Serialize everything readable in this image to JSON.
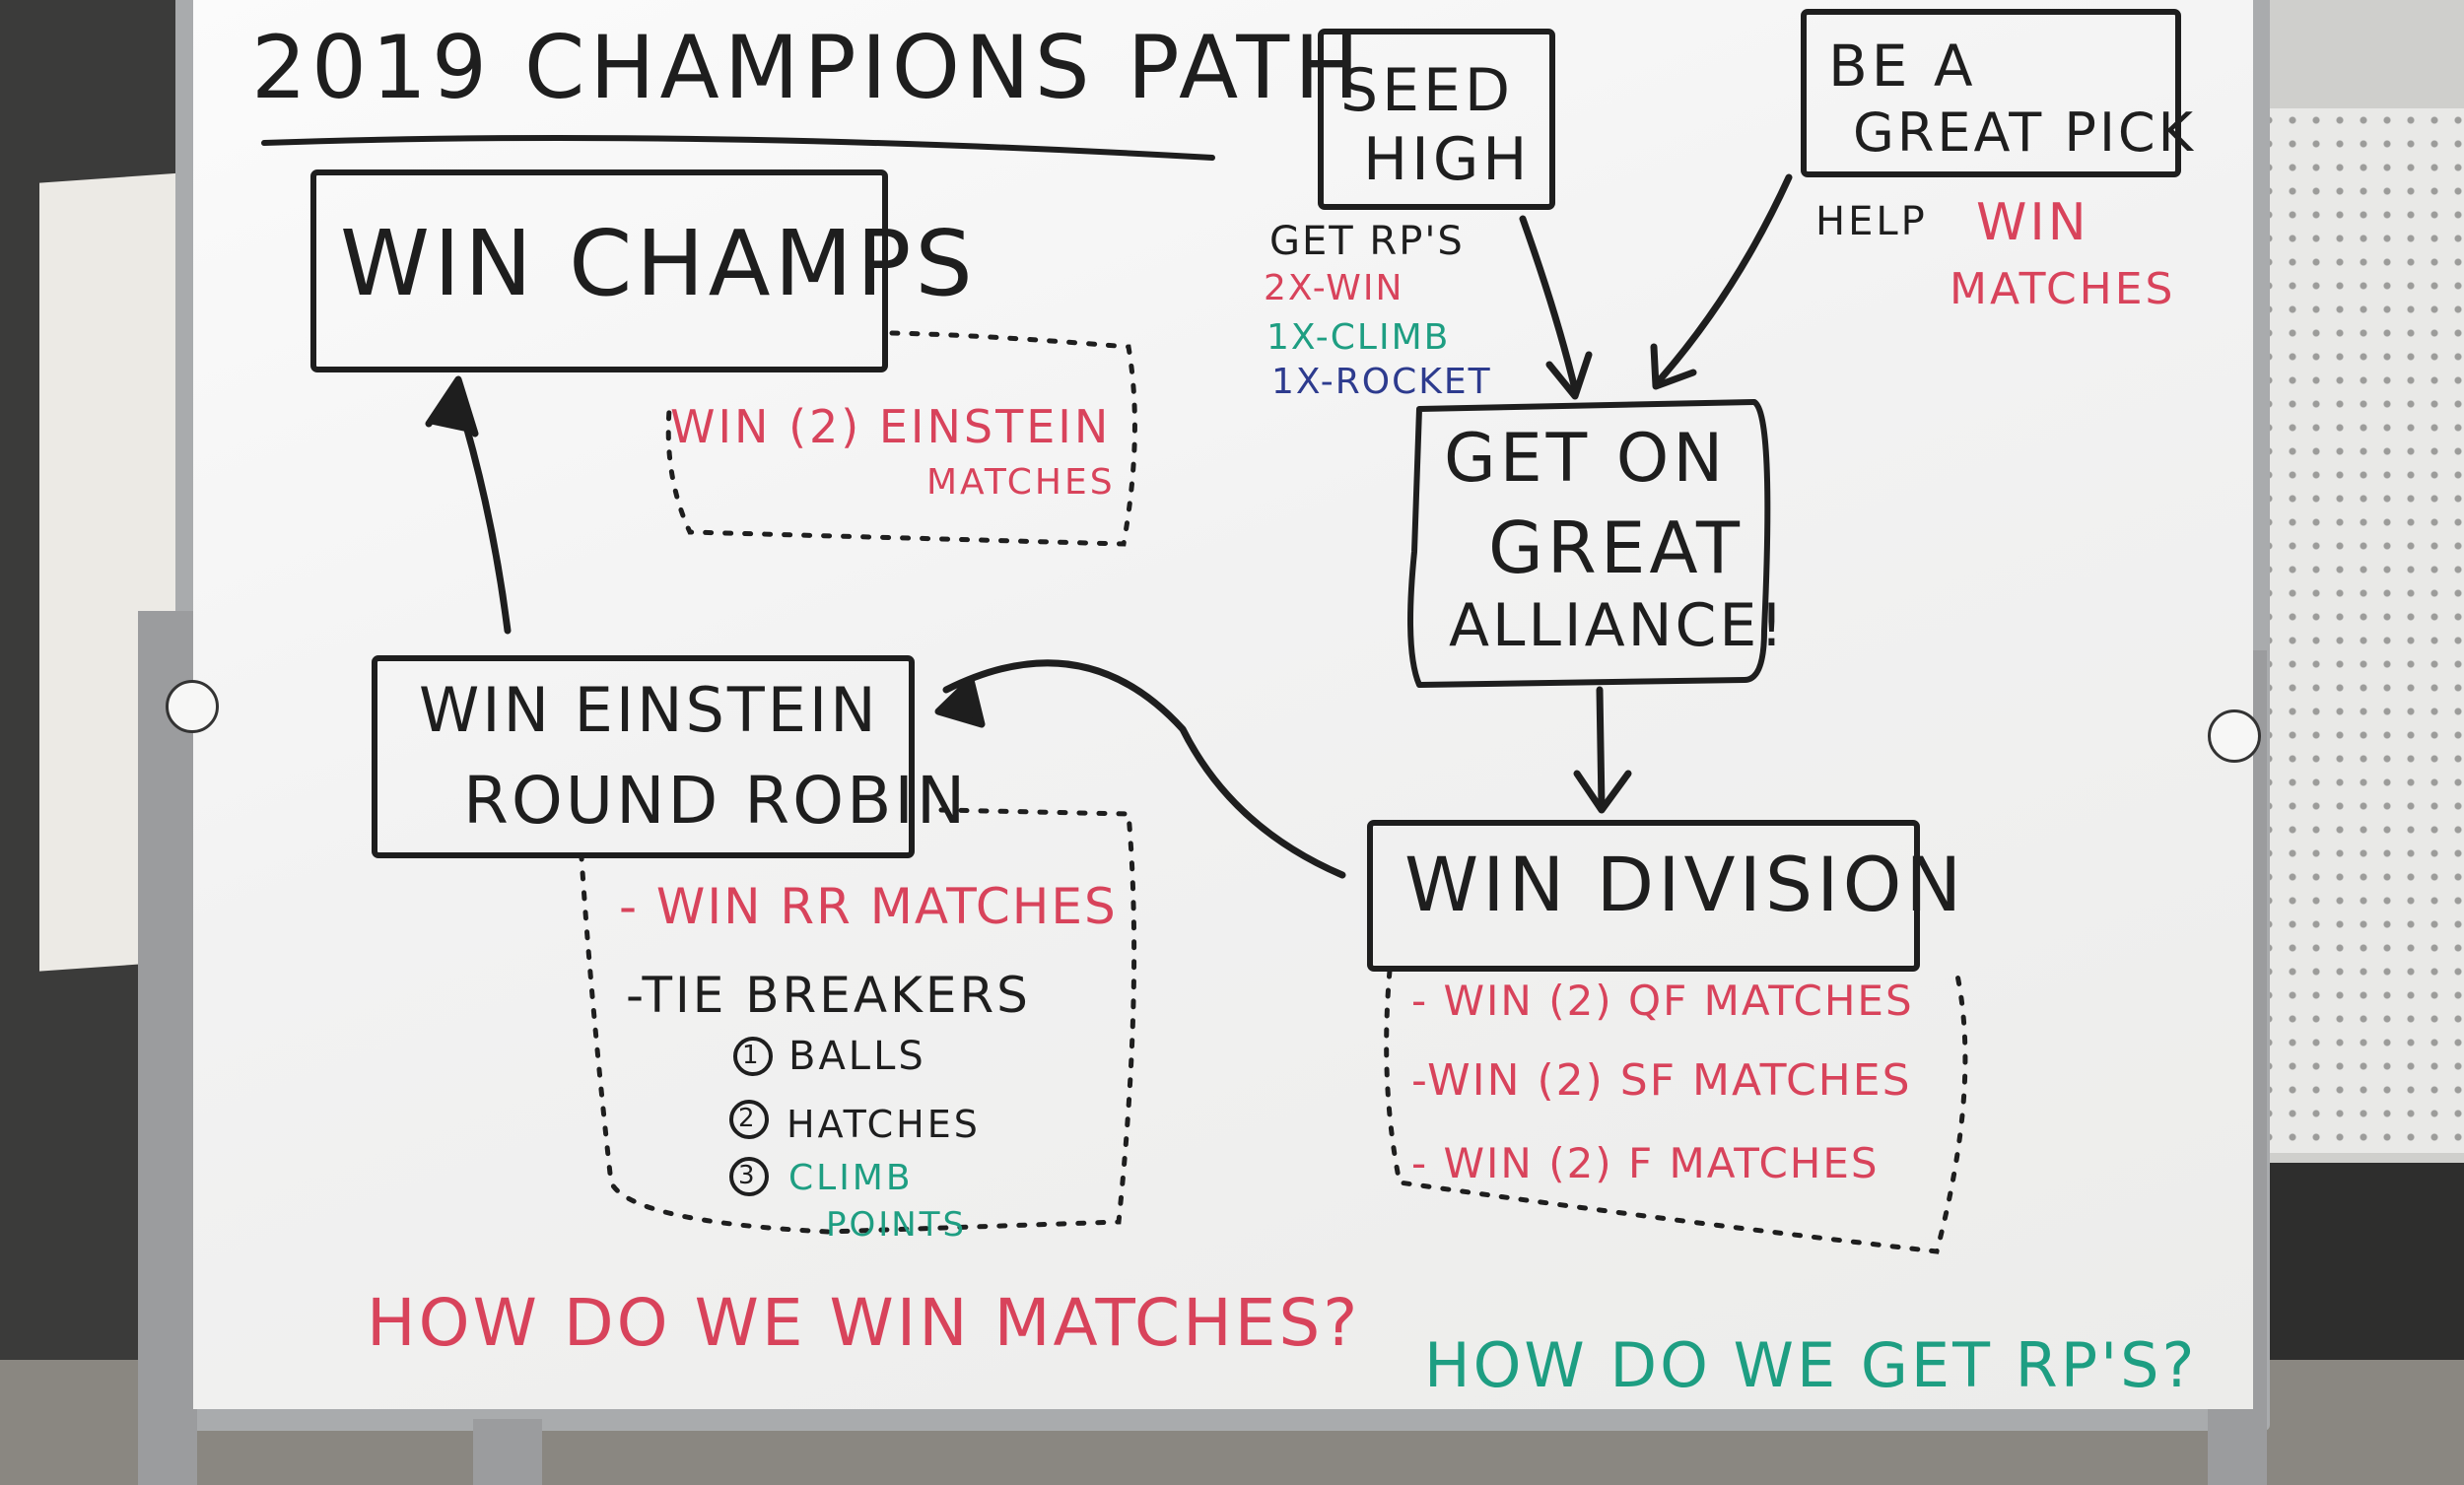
{
  "title": "2019 CHAMPIONS PATH",
  "boxes": {
    "win_champs": "WIN CHAMPS",
    "seed_high_1": "SEED",
    "seed_high_2": "HIGH",
    "great_pick_1": "BE A",
    "great_pick_2": "GREAT PICK",
    "great_alliance_1": "GET ON",
    "great_alliance_2": "GREAT",
    "great_alliance_3": "ALLIANCE!",
    "einstein_rr_1": "WIN EINSTEIN",
    "einstein_rr_2": "ROUND ROBIN",
    "win_division": "WIN DIVISION"
  },
  "notes": {
    "champs_1": "WIN (2) EINSTEIN",
    "champs_2": "MATCHES",
    "rp_heading": "GET RP'S",
    "rp_win": "2X-WIN",
    "rp_climb": "1X-CLIMB",
    "rp_rocket": "1X-ROCKET",
    "pick_help": "HELP",
    "pick_win": "WIN",
    "pick_matches": "MATCHES",
    "rr_win": "- WIN RR MATCHES",
    "rr_tie": "-TIE BREAKERS",
    "rr_balls_num": "1",
    "rr_balls": "BALLS",
    "rr_hatches_num": "2",
    "rr_hatches": "HATCHES",
    "rr_climb_num": "3",
    "rr_climb_1": "CLIMB",
    "rr_climb_2": "POINTS",
    "div_qf": "- WIN (2) QF MATCHES",
    "div_sf": "-WIN (2) SF MATCHES",
    "div_f": "- WIN (2) F MATCHES"
  },
  "questions": {
    "win_matches": "HOW DO WE WIN MATCHES?",
    "get_rps": "HOW DO WE GET RP'S?"
  },
  "colors": {
    "marker_black": "#1e1e1e",
    "marker_red": "#d8435b",
    "marker_green": "#1e9e82",
    "marker_blue": "#2d3b8e"
  }
}
